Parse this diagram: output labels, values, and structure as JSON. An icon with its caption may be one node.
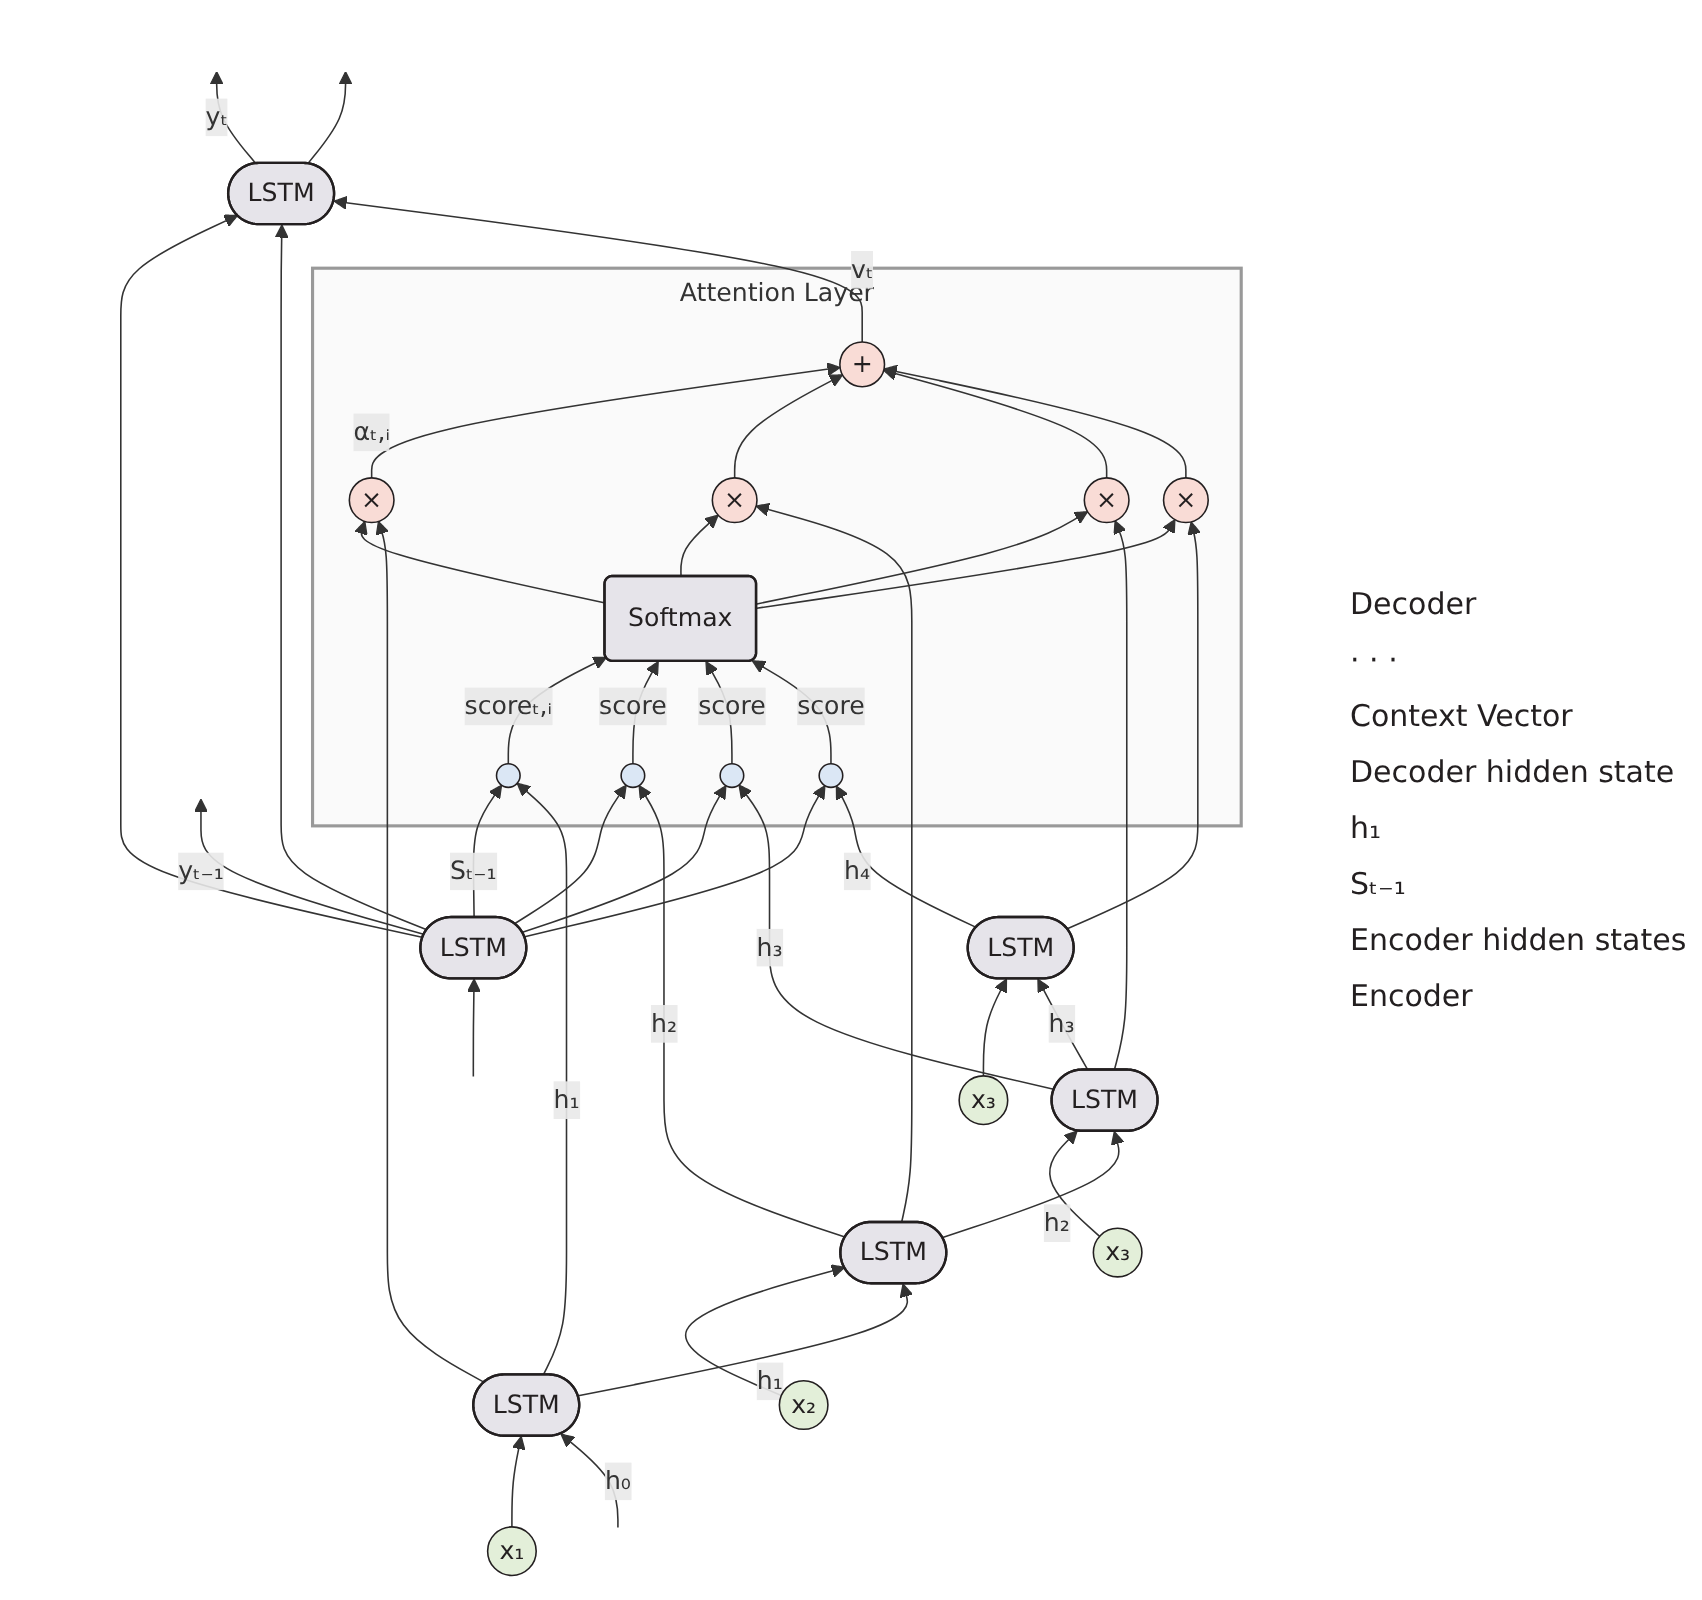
{
  "diagram": {
    "nodes": [
      {
        "text": [
          "LSTM"
        ]
      },
      {
        "text": [
          "LSTM"
        ]
      },
      {
        "text": [
          "Attention Layer"
        ]
      },
      {
        "text": [
          "+"
        ],
        "in": 2
      },
      {
        "text": [
          "×"
        ],
        "in": 2
      },
      {
        "text": [
          "×"
        ],
        "in": 2
      },
      {
        "text": [
          "×"
        ],
        "in": 2
      },
      {
        "text": [
          "×"
        ],
        "in": 2
      },
      {
        "text": [
          "Softmax"
        ],
        "in": 2
      },
      {
        "text": [],
        "shape": "circle",
        "in": 2
      },
      {
        "text": [],
        "shape": "circle",
        "in": 2
      },
      {
        "text": [],
        "shape": "circle",
        "in": 2
      },
      {
        "text": [],
        "shape": "circle",
        "in": 2
      },
      {
        "text": [
          "LSTM"
        ]
      },
      {
        "text": [
          "LSTM"
        ]
      },
      {
        "text": [
          "LSTM"
        ]
      },
      {
        "text": [
          "LSTM"
        ]
      },
      {
        "text": [
          "x₁"
        ]
      },
      {
        "text": [
          "x₂"
        ]
      },
      {
        "text": [
          "x₃"
        ]
      },
      {
        "text": [
          "x₃"
        ]
      }
    ],
    "edges": [
      {
        "from": null,
        "to": 0,
        "arrow": "to"
      },
      {
        "from": 0,
        "to": 1,
        "arrow": "to"
      },
      {
        "from": 0,
        "to": null,
        "arrow": "to",
        "label": "yₜ₋₁"
      },
      {
        "from": 0,
        "to": 1,
        "arrow": "to"
      },
      {
        "from": 1,
        "to": null,
        "arrow": "to",
        "label": "yₜ"
      },
      {
        "from": 1,
        "to": null,
        "arrow": "to"
      },
      {
        "from": 3,
        "to": 1,
        "arrow": "to",
        "label": "vₜ"
      },
      {
        "from": 0,
        "to": 9,
        "arrow": "to",
        "label": "Sₜ₋₁"
      },
      {
        "from": 0,
        "to": 10,
        "arrow": "to"
      },
      {
        "from": 0,
        "to": 11,
        "arrow": "to"
      },
      {
        "from": 0,
        "to": 12,
        "arrow": "to"
      },
      {
        "from": 9,
        "to": 8,
        "arrow": "to",
        "label": "scoreₜ,ᵢ"
      },
      {
        "from": 10,
        "to": 8,
        "arrow": "to",
        "label": "score"
      },
      {
        "from": 11,
        "to": 8,
        "arrow": "to",
        "label": "score"
      },
      {
        "from": 12,
        "to": 8,
        "arrow": "to",
        "label": "score"
      },
      {
        "from": 8,
        "to": 4,
        "arrow": "to"
      },
      {
        "from": 8,
        "to": 5,
        "arrow": "to"
      },
      {
        "from": 8,
        "to": 6,
        "arrow": "to"
      },
      {
        "from": 8,
        "to": 7,
        "arrow": "to"
      },
      {
        "from": 4,
        "to": 3,
        "arrow": "to",
        "label": "αₜ,ᵢ"
      },
      {
        "from": 5,
        "to": 3,
        "arrow": "to"
      },
      {
        "from": 6,
        "to": 3,
        "arrow": "to"
      },
      {
        "from": 7,
        "to": 3,
        "arrow": "to"
      },
      {
        "from": 17,
        "to": 13,
        "arrow": "to"
      },
      {
        "from": 18,
        "to": 14,
        "arrow": "to"
      },
      {
        "from": 19,
        "to": 15,
        "arrow": "to"
      },
      {
        "from": 20,
        "to": 16,
        "arrow": "to"
      },
      {
        "from": null,
        "to": 13,
        "arrow": "to",
        "label": "h₀"
      },
      {
        "from": 13,
        "to": 14,
        "arrow": "to",
        "label": "h₁"
      },
      {
        "from": 14,
        "to": 15,
        "arrow": "to",
        "label": "h₂"
      },
      {
        "from": 15,
        "to": 16,
        "arrow": "to",
        "label": "h₃"
      },
      {
        "from": 13,
        "to": 9,
        "arrow": "to",
        "label": "h₁"
      },
      {
        "from": 13,
        "to": 4,
        "arrow": "to"
      },
      {
        "from": 14,
        "to": 10,
        "arrow": "to",
        "label": "h₂"
      },
      {
        "from": 14,
        "to": 5,
        "arrow": "to"
      },
      {
        "from": 15,
        "to": 11,
        "arrow": "to",
        "label": "h₃"
      },
      {
        "from": 15,
        "to": 6,
        "arrow": "to"
      },
      {
        "from": 16,
        "to": 12,
        "arrow": "to",
        "label": "h₄"
      },
      {
        "from": 16,
        "to": 7,
        "arrow": "to"
      }
    ],
    "labels": [
      "Decoder",
      "· · ·",
      "Context Vector",
      "Decoder hidden state",
      "h₁",
      "Sₜ₋₁",
      "Encoder hidden states",
      "Encoder"
    ]
  }
}
